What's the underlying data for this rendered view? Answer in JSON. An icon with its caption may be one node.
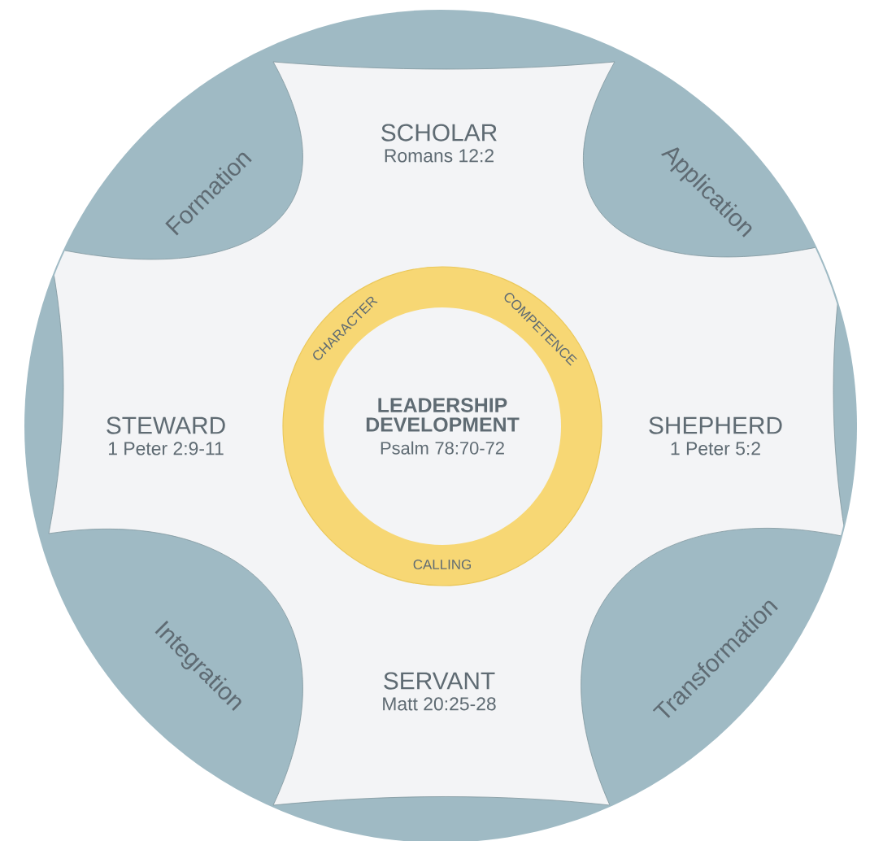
{
  "diagram": {
    "nodes": [
      {
        "text": [
          "Formation"
        ]
      },
      {
        "text": [
          "SCHOLAR",
          "Romans 12:2"
        ]
      },
      {
        "text": [
          "Application"
        ]
      },
      {
        "text": [
          "STEWARD",
          "1 Peter 2:9-11"
        ]
      },
      {
        "text": [
          "CHARACTER",
          "COMPETENCE",
          "CALLING"
        ]
      },
      {
        "text": [
          "LEADERSHIP DEVELOPMENT",
          "Psalm 78:70-72"
        ],
        "in": 4
      },
      {
        "text": [
          "SHEPHERD",
          "1 Peter 5:2"
        ]
      },
      {
        "text": [
          "Integration"
        ]
      },
      {
        "text": [
          "SERVANT",
          "Matt 20:25-28"
        ]
      },
      {
        "text": [
          "Transformation"
        ]
      }
    ]
  }
}
